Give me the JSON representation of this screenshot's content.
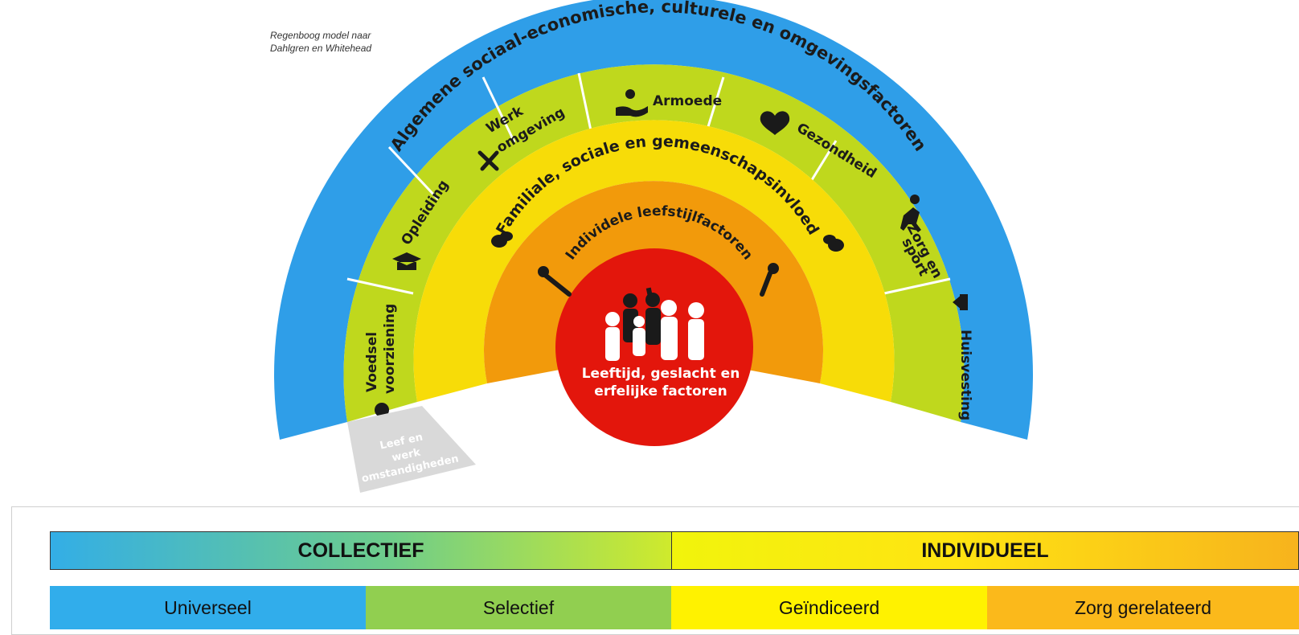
{
  "credit": {
    "line1": "Regenboog model naar",
    "line2": "Dahlgren en Whitehead"
  },
  "rings": {
    "outer": "Algemene sociaal-economische, culturele en omgevingsfactoren",
    "social": "Familiale, sociale en gemeenschapsinvloed",
    "lifestyle": "Individele leefstijlfactoren",
    "core_line1": "Leeftijd, geslacht en",
    "core_line2": "erfelijke factoren"
  },
  "segments": {
    "voedsel_1": "Voedsel",
    "voedsel_2": "voorziening",
    "opleiding": "Opleiding",
    "werk_1": "Werk",
    "werk_2": "omgeving",
    "armoede": "Armoede",
    "gezondheid": "Gezondheid",
    "zorg_1": "Zorg en",
    "zorg_2": "sport",
    "huisvesting": "Huisvesting"
  },
  "leef_label": {
    "line1": "Leef en",
    "line2": "werk",
    "line3": "omstandigheden"
  },
  "bars": {
    "collectief": "COLLECTIEF",
    "individueel": "INDIVIDUEEL",
    "universeel": "Universeel",
    "selectief": "Selectief",
    "geindiceerd": "Geïndiceerd",
    "zorg_gerelateerd": "Zorg gerelateerd"
  },
  "colors": {
    "outer_blue": "#2f9ee8",
    "segment_green": "#bfd81d",
    "social_yellow": "#f7dc08",
    "lifestyle_orange": "#f29a0b",
    "core_red": "#e3160c"
  }
}
